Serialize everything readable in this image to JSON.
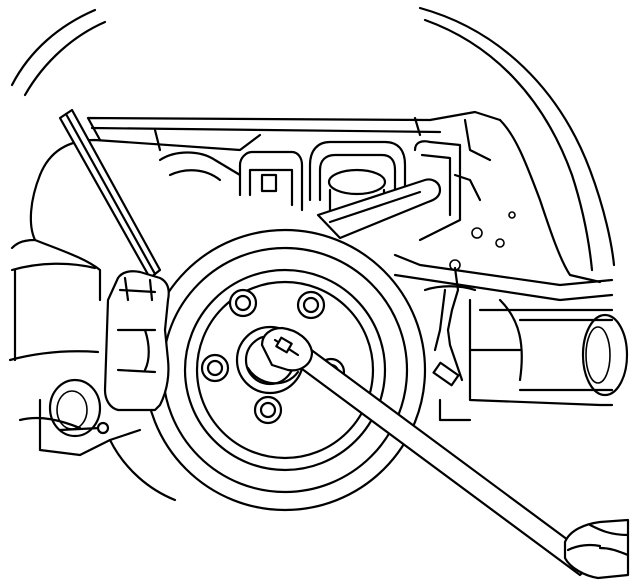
{
  "illustration": {
    "subject": "",
    "colors": {
      "ink": "#000000",
      "paper": "#ffffff"
    },
    "icons": [
      "wheel-well-arc",
      "brake-rotor",
      "wheel-hub",
      "lug-stud",
      "brake-caliper",
      "tie-rod",
      "suspension-spring",
      "pry-bar",
      "wrench",
      "hand"
    ]
  }
}
